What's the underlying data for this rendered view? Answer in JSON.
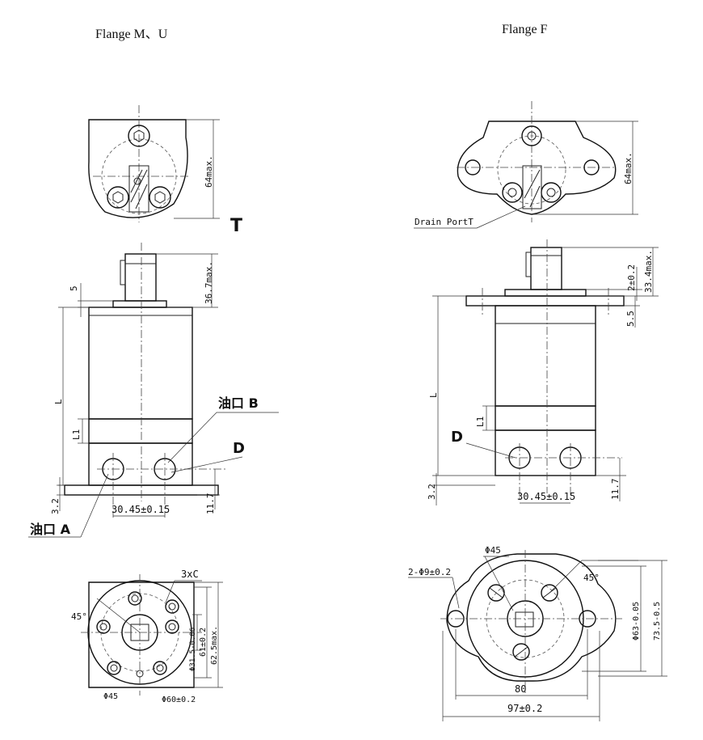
{
  "titles": {
    "left": "Flange  M、U",
    "right": "Flange  F"
  },
  "left_labels": {
    "top_height": "64max.",
    "T": "T",
    "shaft_dim": "36.7max.",
    "flange_dim": "5",
    "length": "L",
    "l1": "L1",
    "port_b": "油口  B",
    "port_d": "D",
    "port_a": "油口  A",
    "base_dim": "3.2",
    "port_height": "11.7",
    "port_spacing": "30.45±0.15",
    "bolt": "3xC",
    "angle": "45°",
    "pilot": "Φ31.5-0.06",
    "pcd": "61±0.2",
    "outer": "62.5max.",
    "phi45": "Φ45",
    "phi60": "Φ60±0.2"
  },
  "right_labels": {
    "top_height": "64max.",
    "drain": "Drain PortT",
    "pilot_h": "2±0.2",
    "shaft_dim": "33.4max.",
    "flange_dim": "5.5",
    "length": "L",
    "l1": "L1",
    "port_d": "D",
    "base_dim": "3.2",
    "port_height": "11.7",
    "port_spacing": "30.45±0.15",
    "phi45": "Φ45",
    "holes": "2-Φ9±0.2",
    "angle": "45°",
    "pilot": "Φ63-0.05",
    "flange_w": "73.5-0.5",
    "span": "80",
    "total": "97±0.2"
  }
}
